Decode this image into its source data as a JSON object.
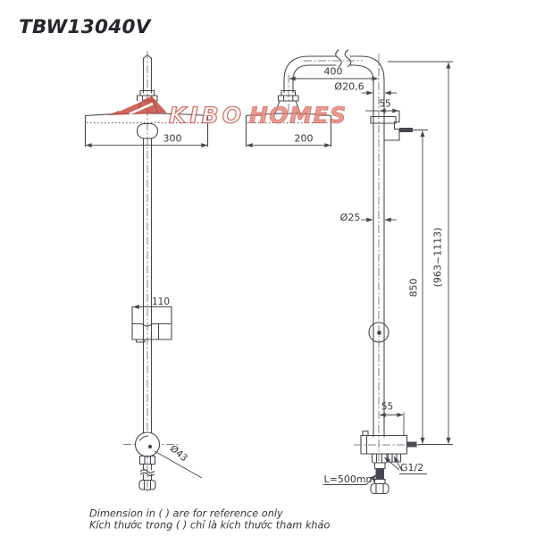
{
  "title": "TBW13040V",
  "watermark": {
    "part1": "KIBO",
    "part2": "HOMES"
  },
  "views": {
    "front": {
      "head_width": "300",
      "slider_bracket_width": "110",
      "hand_shower_diameter": "Ø43"
    },
    "side": {
      "head_width": "200",
      "arm_length": "400",
      "arm_diameter": "Ø20,6",
      "top_bracket_offset": "55",
      "pipe_diameter": "Ø25",
      "pipe_length": "850",
      "overall_height": "(963~1113)",
      "valve_offset": "55",
      "connection_thread": "G1/2",
      "hose_length": "L=500mm"
    }
  },
  "footer": {
    "note_en": "Dimension in ( ) are for reference only",
    "note_vi": "Kích thước trong ( ) chỉ là kích thước tham khảo"
  },
  "colors": {
    "line": "#47474f",
    "watermark_red": "#c4473c"
  }
}
